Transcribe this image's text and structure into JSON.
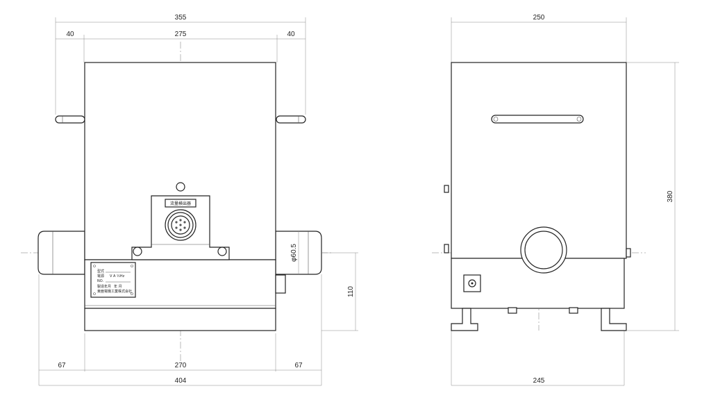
{
  "front_view": {
    "dims": {
      "overall_top": "355",
      "left_top": "40",
      "center_top": "275",
      "right_top": "40",
      "pipe_diameter": "φ60.5",
      "pipe_height": "110",
      "left_bottom": "67",
      "center_bottom": "270",
      "right_bottom": "67",
      "overall_bottom": "404"
    },
    "connector_label": "流量検出器",
    "nameplate": {
      "line1": "型式",
      "line2": "電源",
      "line2_values": "V   A  ½Hz",
      "line3": "NO.",
      "line4": "製造年月",
      "line4_values": "年   月",
      "line5": "東亜電機工業株式会社"
    }
  },
  "side_view": {
    "dims": {
      "width_top": "250",
      "height": "380",
      "width_bottom": "245"
    }
  }
}
